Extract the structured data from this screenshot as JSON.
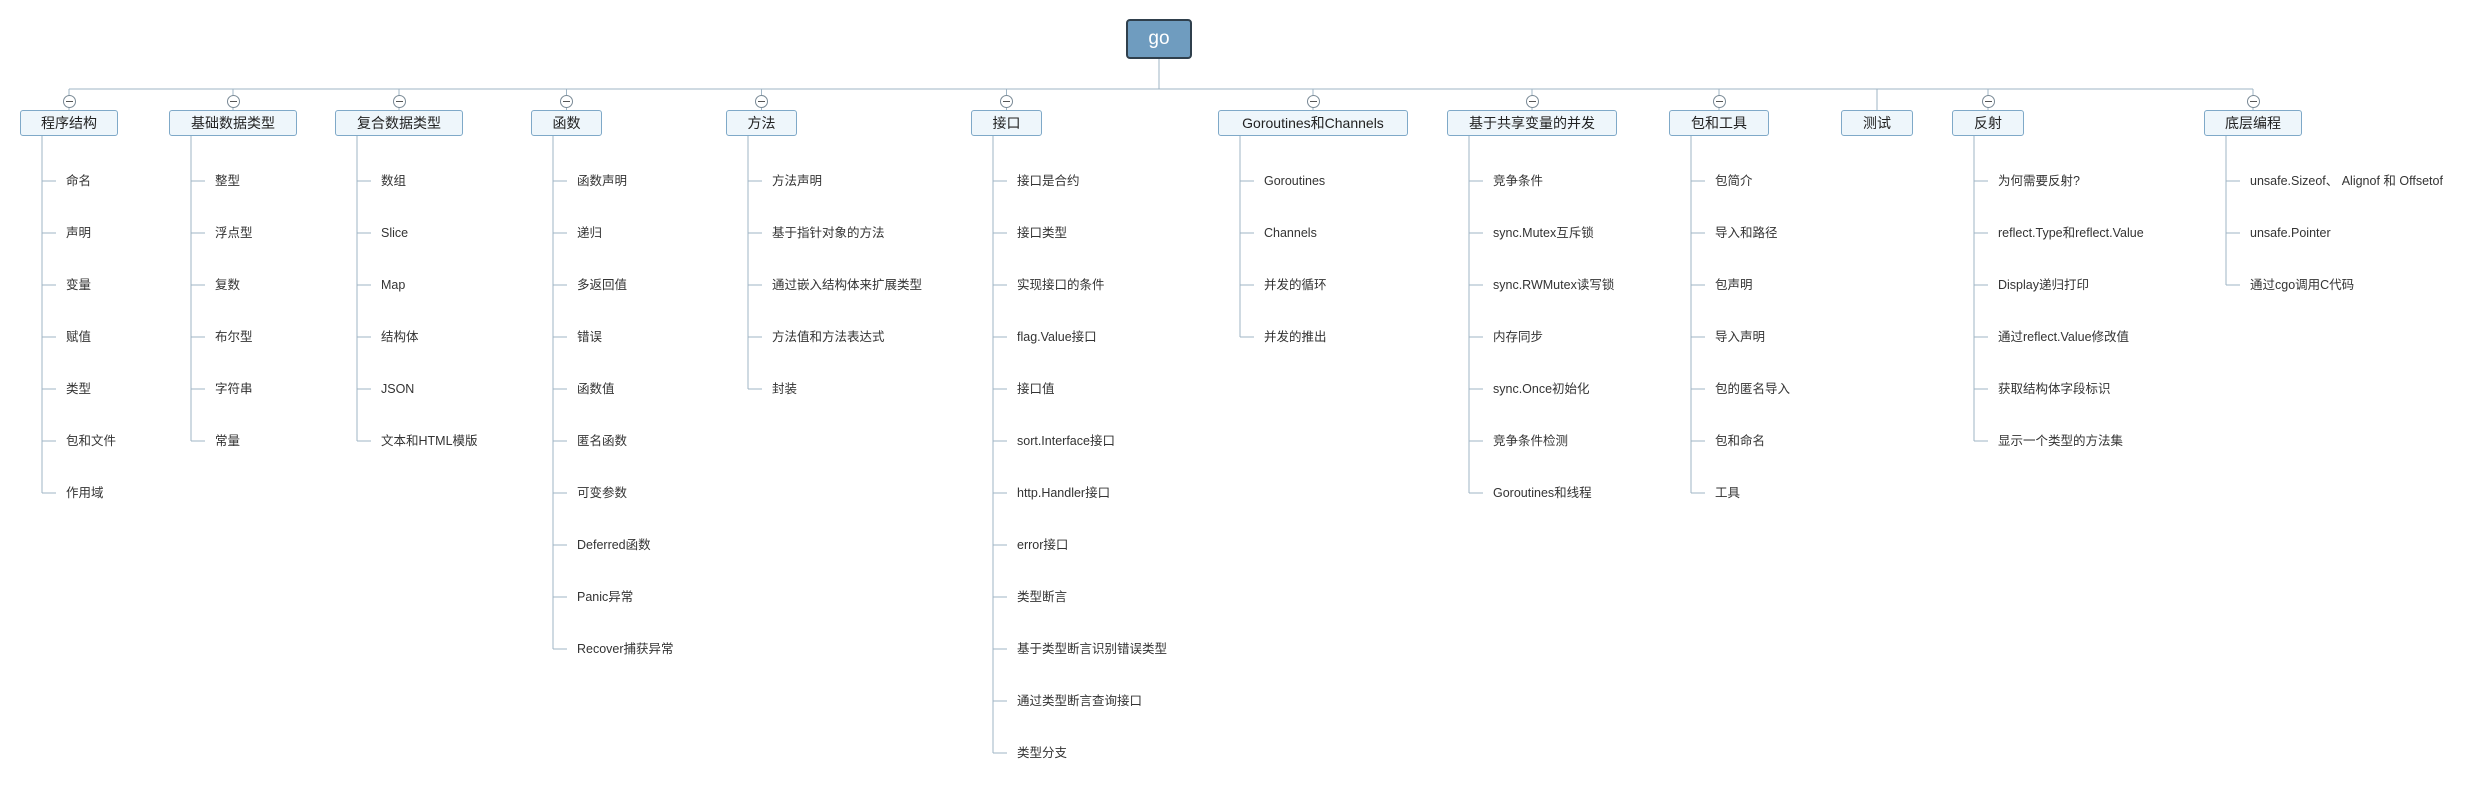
{
  "root": "go",
  "branches": [
    {
      "label": "程序结构",
      "collapsible": true,
      "children": [
        "命名",
        "声明",
        "变量",
        "赋值",
        "类型",
        "包和文件",
        "作用域"
      ]
    },
    {
      "label": "基础数据类型",
      "collapsible": true,
      "children": [
        "整型",
        "浮点型",
        "复数",
        "布尔型",
        "字符串",
        "常量"
      ]
    },
    {
      "label": "复合数据类型",
      "collapsible": true,
      "children": [
        "数组",
        "Slice",
        "Map",
        "结构体",
        "JSON",
        "文本和HTML模版"
      ]
    },
    {
      "label": "函数",
      "collapsible": true,
      "children": [
        "函数声明",
        "递归",
        "多返回值",
        "错误",
        "函数值",
        "匿名函数",
        "可变参数",
        "Deferred函数",
        "Panic异常",
        "Recover捕获异常"
      ]
    },
    {
      "label": "方法",
      "collapsible": true,
      "children": [
        "方法声明",
        "基于指针对象的方法",
        "通过嵌入结构体来扩展类型",
        "方法值和方法表达式",
        "封装"
      ]
    },
    {
      "label": "接口",
      "collapsible": true,
      "children": [
        "接口是合约",
        "接口类型",
        "实现接口的条件",
        "flag.Value接口",
        "接口值",
        "sort.Interface接口",
        "http.Handler接口",
        "error接口",
        "类型断言",
        "基于类型断言识别错误类型",
        "通过类型断言查询接口",
        "类型分支"
      ]
    },
    {
      "label": "Goroutines和Channels",
      "collapsible": true,
      "children": [
        "Goroutines",
        "Channels",
        "并发的循环",
        "并发的推出"
      ]
    },
    {
      "label": "基于共享变量的并发",
      "collapsible": true,
      "children": [
        "竞争条件",
        "sync.Mutex互斥锁",
        "sync.RWMutex读写锁",
        "内存同步",
        "sync.Once初始化",
        "竞争条件检测",
        "Goroutines和线程"
      ]
    },
    {
      "label": "包和工具",
      "collapsible": true,
      "children": [
        "包简介",
        "导入和路径",
        "包声明",
        "导入声明",
        "包的匿名导入",
        "包和命名",
        "工具"
      ]
    },
    {
      "label": "测试",
      "collapsible": false,
      "children": []
    },
    {
      "label": "反射",
      "collapsible": true,
      "children": [
        "为何需要反射?",
        "reflect.Type和reflect.Value",
        "Display递归打印",
        "通过reflect.Value修改值",
        "获取结构体字段标识",
        "显示一个类型的方法集"
      ]
    },
    {
      "label": "底层编程",
      "collapsible": true,
      "children": [
        "unsafe.Sizeof、 Alignof 和 Offsetof",
        "unsafe.Pointer",
        "通过cgo调用C代码"
      ]
    }
  ]
}
